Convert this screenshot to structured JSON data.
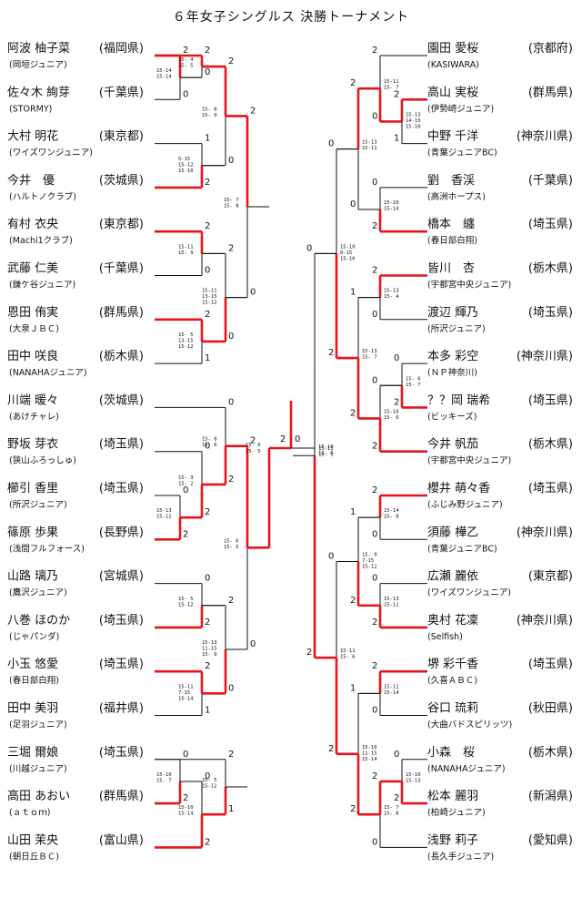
{
  "title": "６年女子シングルス 決勝トーナメント",
  "colors": {
    "winner": "#e8141c",
    "line": "#111111"
  },
  "left_players": [
    {
      "name": "阿波 柚子菜",
      "club": "(岡垣ジュニア)",
      "pref": "(福岡県)"
    },
    {
      "name": "佐々木 絢芽",
      "club": "(STORMY)",
      "pref": "(千葉県)"
    },
    {
      "name": "大村 明花",
      "club": "(ワイズワンジュニア)",
      "pref": "(東京都)"
    },
    {
      "name": "今井　優",
      "club": "(ハルトノクラブ)",
      "pref": "(茨城県)"
    },
    {
      "name": "有村 衣央",
      "club": "(Machi1クラブ)",
      "pref": "(東京都)"
    },
    {
      "name": "武藤 仁美",
      "club": "(鎌ケ谷ジュニア)",
      "pref": "(千葉県)"
    },
    {
      "name": "恩田 侑実",
      "club": "(大泉ＪＢＣ)",
      "pref": "(群馬県)"
    },
    {
      "name": "田中 咲良",
      "club": "(NANAHAジュニア)",
      "pref": "(栃木県)"
    },
    {
      "name": "川端 暖々",
      "club": "(あけチャレ)",
      "pref": "(茨城県)"
    },
    {
      "name": "野坂 芽衣",
      "club": "(狭山ふろっしゅ)",
      "pref": "(埼玉県)"
    },
    {
      "name": "櫛引 香里",
      "club": "(所沢ジュニア)",
      "pref": "(埼玉県)"
    },
    {
      "name": "篠原 歩果",
      "club": "(浅間フルフォース)",
      "pref": "(長野県)"
    },
    {
      "name": "山路 璃乃",
      "club": "(鷹沢ジュニア)",
      "pref": "(宮城県)"
    },
    {
      "name": "八巻 ほのか",
      "club": "(じゃパンダ)",
      "pref": "(埼玉県)"
    },
    {
      "name": "小玉 悠愛",
      "club": "(春日部白翔)",
      "pref": "(埼玉県)"
    },
    {
      "name": "田中 美羽",
      "club": "(足羽ジュニア)",
      "pref": "(福井県)"
    },
    {
      "name": "三堀 爾娘",
      "club": "(川越ジュニア)",
      "pref": "(埼玉県)"
    },
    {
      "name": "高田 あおい",
      "club": "(ａｔｏｍ)",
      "pref": "(群馬県)"
    },
    {
      "name": "山田 茉央",
      "club": "(朝日丘ＢＣ)",
      "pref": "(富山県)"
    }
  ],
  "right_players": [
    {
      "name": "園田 愛桜",
      "club": "(KASIWARA)",
      "pref": "(京都府)"
    },
    {
      "name": "高山 実桜",
      "club": "(伊勢崎ジュニア)",
      "pref": "(群馬県)"
    },
    {
      "name": "中野 千洋",
      "club": "(青葉ジュニアBC)",
      "pref": "(神奈川県)"
    },
    {
      "name": "劉　香渓",
      "club": "(高洲ホープス)",
      "pref": "(千葉県)"
    },
    {
      "name": "橋本　纏",
      "club": "(春日部白翔)",
      "pref": "(埼玉県)"
    },
    {
      "name": "皆川　杏",
      "club": "(宇都宮中央ジュニア)",
      "pref": "(栃木県)"
    },
    {
      "name": "渡辺 輝乃",
      "club": "(所沢ジュニア)",
      "pref": "(埼玉県)"
    },
    {
      "name": "本多 彩空",
      "club": "(ＮＰ神奈川)",
      "pref": "(神奈川県)"
    },
    {
      "name": "？？岡 瑞希",
      "club": "(ビッキーズ)",
      "pref": "(埼玉県)"
    },
    {
      "name": "今井 帆茄",
      "club": "(宇都宮中央ジュニア)",
      "pref": "(栃木県)"
    },
    {
      "name": "櫻井 萌々香",
      "club": "(ふじみ野ジュニア)",
      "pref": "(埼玉県)"
    },
    {
      "name": "須藤 樺乙",
      "club": "(青葉ジュニアBC)",
      "pref": "(神奈川県)"
    },
    {
      "name": "広瀬 麗依",
      "club": "(ワイズワンジュニア)",
      "pref": "(東京都)"
    },
    {
      "name": "奥村 花凜",
      "club": "(Selfish)",
      "pref": "(神奈川県)"
    },
    {
      "name": "堺 彩千香",
      "club": "(久喜ＡＢＣ)",
      "pref": "(埼玉県)"
    },
    {
      "name": "谷口 琉莉",
      "club": "(大曲バドスピリッツ)",
      "pref": "(秋田県)"
    },
    {
      "name": "小森　桜",
      "club": "(NANAHAジュニア)",
      "pref": "(栃木県)"
    },
    {
      "name": "松本 麗羽",
      "club": "(柏崎ジュニア)",
      "pref": "(新潟県)"
    },
    {
      "name": "浅野 莉子",
      "club": "(長久手ジュニア)",
      "pref": "(愛知県)"
    }
  ],
  "matches": [
    {
      "id": "L1",
      "side": "L",
      "a": "p1",
      "b": "p2",
      "sa": "2",
      "sb": "0",
      "w": "a",
      "scores": [
        "15-14",
        "15-14"
      ]
    },
    {
      "id": "L2",
      "side": "L",
      "a": "p0",
      "b": "L1",
      "sa": "2",
      "sb": "0",
      "w": "a",
      "scores": [
        "15- 4",
        "15- 5"
      ]
    },
    {
      "id": "L3",
      "side": "L",
      "a": "p3",
      "b": "p4",
      "sa": "1",
      "sb": "2",
      "w": "b",
      "scores": [
        "5-15",
        "15-12",
        "15-10"
      ]
    },
    {
      "id": "L4",
      "side": "L",
      "a": "L2",
      "b": "L3",
      "sa": "2",
      "sb": "0",
      "w": "a",
      "scores": [
        "15- 8",
        "15- 9"
      ]
    },
    {
      "id": "L5",
      "side": "L",
      "a": "p5",
      "b": "p6",
      "sa": "2",
      "sb": "0",
      "w": "a",
      "scores": [
        "15-11",
        "15- 9"
      ]
    },
    {
      "id": "L6",
      "side": "L",
      "a": "p7",
      "b": "p8",
      "sa": "2",
      "sb": "1",
      "w": "a",
      "scores": [
        "15- 5",
        "13-15",
        "15-12"
      ]
    },
    {
      "id": "L7",
      "side": "L",
      "a": "L5",
      "b": "L6",
      "sa": "2",
      "sb": "0",
      "w": "b",
      "scores": [
        "15-11",
        "13-15",
        "15-12"
      ]
    },
    {
      "id": "L8",
      "side": "L",
      "a": "L4",
      "b": "L7",
      "sa": "2",
      "sb": "0",
      "w": "a",
      "scores": [
        "15- 7",
        "15- 8"
      ]
    },
    {
      "id": "L9",
      "side": "L",
      "a": "p11",
      "b": "p12",
      "sa": "0",
      "sb": "2",
      "w": "b",
      "scores": [
        "15-13",
        "15-11"
      ]
    },
    {
      "id": "L10",
      "side": "L",
      "a": "p10",
      "b": "L9",
      "sa": "0",
      "sb": "2",
      "w": "b",
      "scores": [
        "15- 3",
        "15- 2"
      ]
    },
    {
      "id": "L11",
      "side": "L",
      "a": "p9",
      "b": "L10",
      "sa": "0",
      "sb": "2",
      "w": "b",
      "scores": [
        "15- 8",
        "15- 6"
      ]
    },
    {
      "id": "L12",
      "side": "L",
      "a": "p13",
      "b": "p14",
      "sa": "0",
      "sb": "2",
      "w": "b",
      "scores": [
        "15- 5",
        "15-12"
      ]
    },
    {
      "id": "L13",
      "side": "L",
      "a": "p15",
      "b": "p16",
      "sa": "2",
      "sb": "1",
      "w": "a",
      "scores": [
        "15-11",
        "7-15",
        "15-14"
      ]
    },
    {
      "id": "L14",
      "side": "L",
      "a": "L12",
      "b": "L13",
      "sa": "2",
      "sb": "0",
      "w": "b",
      "scores": [
        "15-13",
        "11-15",
        "15- 9"
      ]
    },
    {
      "id": "L15",
      "side": "L",
      "a": "L11",
      "b": "L14",
      "sa": "2",
      "sb": "0",
      "w": "a",
      "scores": [
        "15- 6",
        "15- 5"
      ]
    },
    {
      "id": "L16",
      "side": "L",
      "a": "p17",
      "b": "p18",
      "sa": "0",
      "sb": "2",
      "w": "b",
      "scores": [
        "15-10",
        "15- 7"
      ]
    },
    {
      "id": "L17",
      "side": "L",
      "a": "L16",
      "b": "p19",
      "sa": "0",
      "sb": "2",
      "w": "b",
      "scores": [
        "15-10",
        "15-14"
      ]
    },
    {
      "id": "L18",
      "side": "L",
      "a": "p17x",
      "b": "L17",
      "sa": "2",
      "sb": "1",
      "w": "b",
      "scores": [
        "15- 5",
        "15-12"
      ]
    },
    {
      "id": "R1",
      "side": "R",
      "a": "q2",
      "b": "q3",
      "sa": "2",
      "sb": "1",
      "w": "a",
      "scores": [
        "15-13",
        "14-15",
        "15-10"
      ]
    },
    {
      "id": "R2",
      "side": "R",
      "a": "q1",
      "b": "R1",
      "sa": "2",
      "sb": "0",
      "w": "b",
      "scores": [
        "15-11",
        "15- 7"
      ]
    },
    {
      "id": "R3",
      "side": "R",
      "a": "q4",
      "b": "q5",
      "sa": "0",
      "sb": "2",
      "w": "b",
      "scores": [
        "15-10",
        "15-14"
      ]
    },
    {
      "id": "R4",
      "side": "R",
      "a": "R2",
      "b": "R3",
      "sa": "2",
      "sb": "0",
      "w": "a",
      "scores": [
        "15-13",
        "15-11"
      ]
    },
    {
      "id": "R5",
      "side": "R",
      "a": "q6",
      "b": "q7",
      "sa": "2",
      "sb": "0",
      "w": "a",
      "scores": [
        "15-13",
        "15- 4"
      ]
    },
    {
      "id": "R6",
      "side": "R",
      "a": "q8",
      "b": "q9",
      "sa": "0",
      "sb": "2",
      "w": "b",
      "scores": [
        "15- 6",
        "15- 7"
      ]
    },
    {
      "id": "R7",
      "side": "R",
      "a": "R6",
      "b": "q10",
      "sa": "0",
      "sb": "2",
      "w": "b",
      "scores": [
        "15-10",
        "15- 6"
      ]
    },
    {
      "id": "R8",
      "side": "R",
      "a": "R5",
      "b": "R7",
      "sa": "1",
      "sb": "2",
      "w": "b",
      "scores": [
        "15-13",
        "15- 7"
      ]
    },
    {
      "id": "R9",
      "side": "R",
      "a": "R4",
      "b": "R8",
      "sa": "0",
      "sb": "2",
      "w": "b",
      "scores": [
        "15-10",
        "8-15",
        "15-10"
      ]
    },
    {
      "id": "R10",
      "side": "R",
      "a": "q11",
      "b": "q12",
      "sa": "2",
      "sb": "0",
      "w": "a",
      "scores": [
        "15-14",
        "15- 8"
      ]
    },
    {
      "id": "R11",
      "side": "R",
      "a": "q13",
      "b": "q14",
      "sa": "0",
      "sb": "2",
      "w": "b",
      "scores": [
        "15-13",
        "15-11"
      ]
    },
    {
      "id": "R12",
      "side": "R",
      "a": "R10",
      "b": "R11",
      "sa": "1",
      "sb": "2",
      "w": "b",
      "scores": [
        "15- 9",
        "7-15",
        "15-12"
      ]
    },
    {
      "id": "R13",
      "side": "R",
      "a": "q15",
      "b": "q16",
      "sa": "2",
      "sb": "0",
      "w": "a",
      "scores": [
        "15-11",
        "15-14"
      ]
    },
    {
      "id": "R14",
      "side": "R",
      "a": "q17",
      "b": "q18",
      "sa": "0",
      "sb": "2",
      "w": "b",
      "scores": [
        "15-10",
        "15-13"
      ]
    },
    {
      "id": "R15",
      "side": "R",
      "a": "R14",
      "b": "q19",
      "sa": "2",
      "sb": "0",
      "w": "a",
      "scores": [
        "15- 7",
        "15- 8"
      ]
    },
    {
      "id": "R16",
      "side": "R",
      "a": "R13",
      "b": "R15",
      "sa": "1",
      "sb": "2",
      "w": "b",
      "scores": [
        "15-10",
        "11-15",
        "15-14"
      ]
    },
    {
      "id": "R17",
      "side": "R",
      "a": "R12",
      "b": "R16",
      "sa": "0",
      "sb": "2",
      "w": "b",
      "scores": [
        "15-11",
        "15- 6"
      ]
    },
    {
      "id": "R18",
      "side": "R",
      "a": "R9",
      "b": "R17",
      "sa": "0",
      "sb": "2",
      "w": "b",
      "scores": [
        "15-11",
        "15- 9"
      ]
    },
    {
      "id": "F",
      "side": "C",
      "a": "L15",
      "b": "R18",
      "sa": "2",
      "sb": "0",
      "w": "a",
      "scores": [
        "15- 6",
        "15- 5",
        "15-10",
        "15- 6"
      ]
    }
  ]
}
